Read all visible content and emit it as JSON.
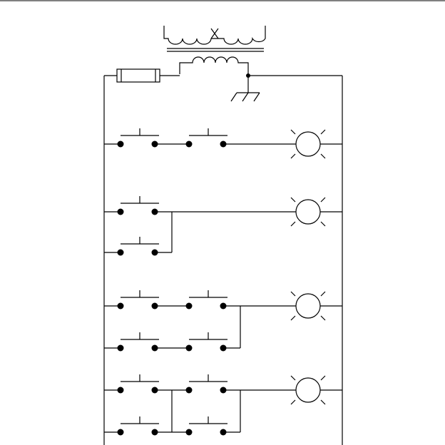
{
  "diagram": {
    "kind": "ladder-logic-schematic",
    "components": {
      "transformer": "transformer-icon",
      "fuse": "fuse-icon",
      "ground": "ground-icon",
      "contact": "pushbutton-contact-icon",
      "lamp": "lamp-icon"
    },
    "rungs": [
      {
        "name": "series-and",
        "contacts": 2
      },
      {
        "name": "parallel-or",
        "contacts": 2
      },
      {
        "name": "series-parallel",
        "contacts": 4
      },
      {
        "name": "parallel-series",
        "contacts": 4
      }
    ]
  }
}
